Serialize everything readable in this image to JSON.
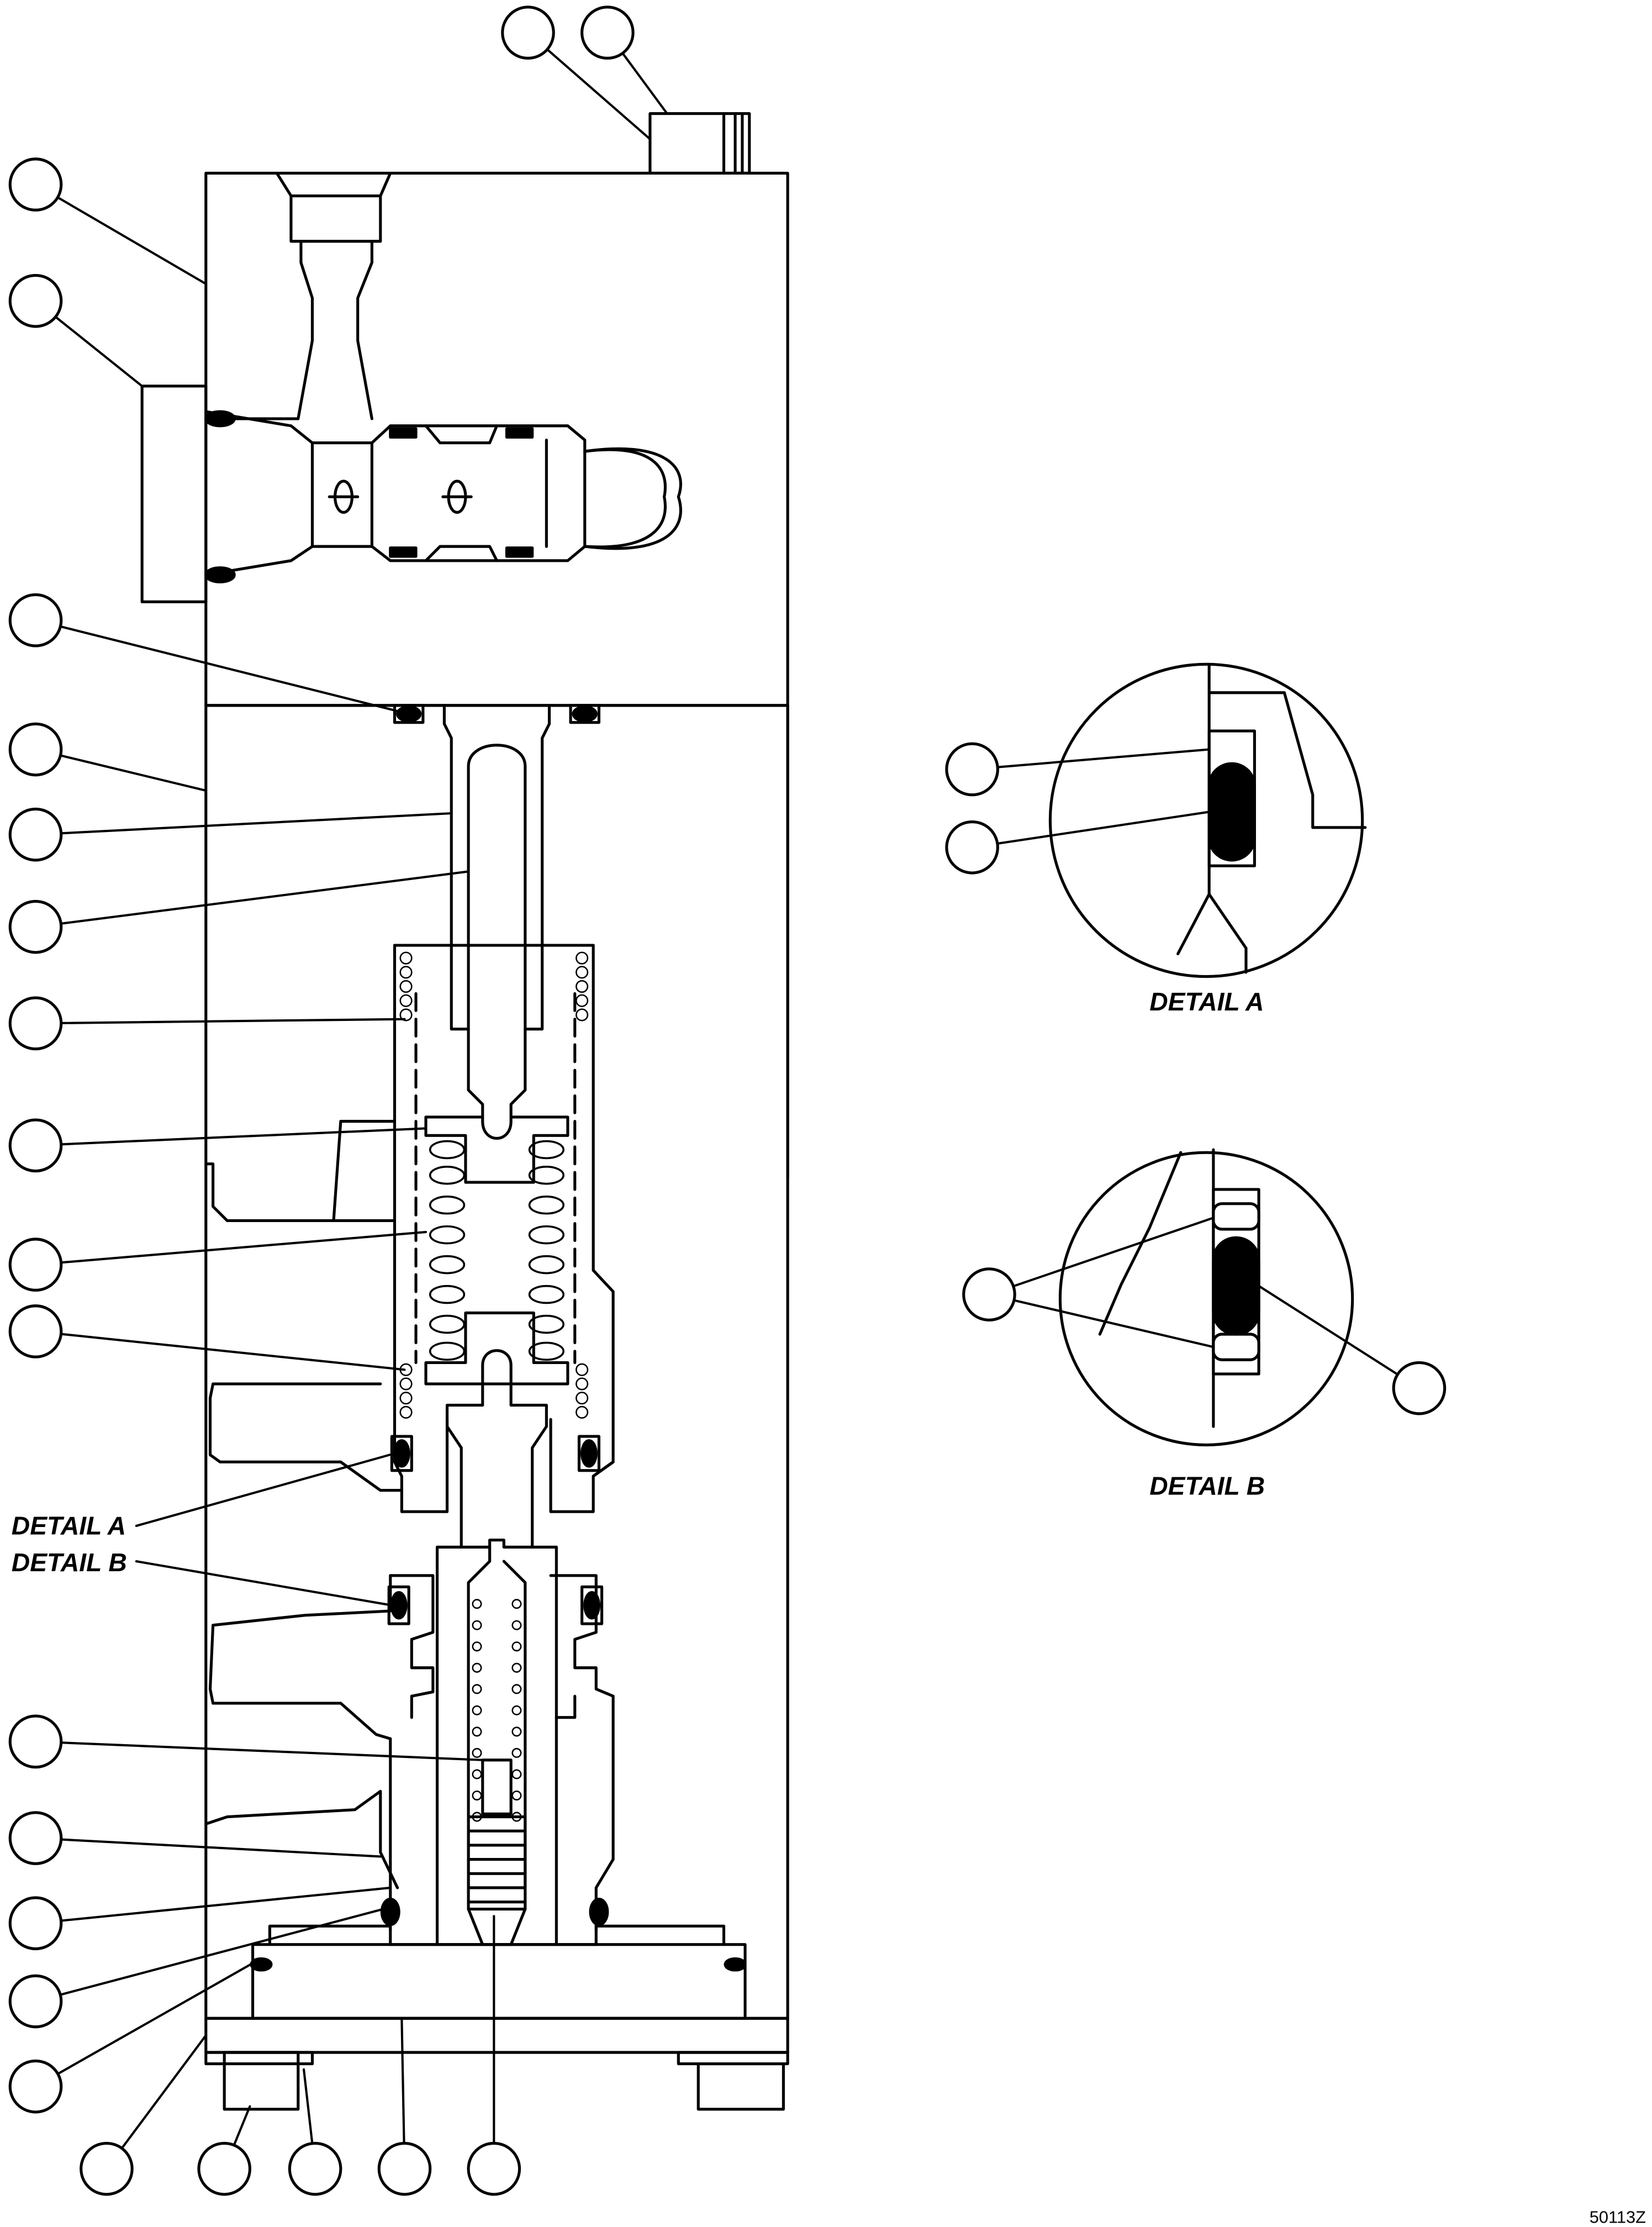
{
  "labels": {
    "detail_a_callout": "DETAIL A",
    "detail_b_callout": "DETAIL B",
    "detail_a_title": "DETAIL A",
    "detail_b_title": "DETAIL B",
    "drawing_number": "50113Z"
  },
  "colors": {
    "line": "#000000",
    "background": "#ffffff",
    "seal_fill": "#000000"
  }
}
